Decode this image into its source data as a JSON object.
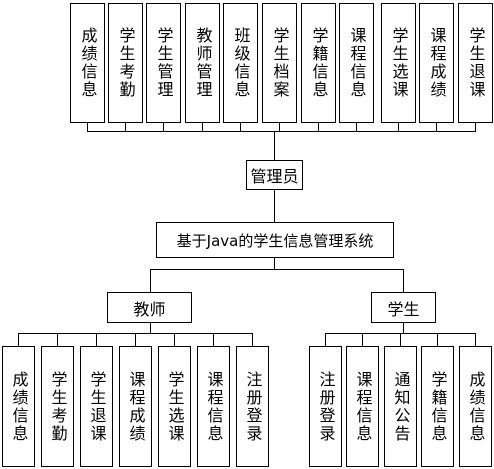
{
  "admin": {
    "label": "管理员",
    "functions": [
      "成绩信息",
      "学生考勤",
      "学生管理",
      "教师管理",
      "班级信息",
      "学生档案",
      "学籍信息",
      "课程信息",
      "学生选课",
      "课程成绩",
      "学生退课"
    ]
  },
  "system": {
    "title": "基于Java的学生信息管理系统"
  },
  "teacher": {
    "label": "教师",
    "functions": [
      "成绩信息",
      "学生考勤",
      "学生退课",
      "课程成绩",
      "学生选课",
      "课程信息",
      "注册登录"
    ]
  },
  "student": {
    "label": "学生",
    "functions": [
      "注册登录",
      "课程信息",
      "通知公告",
      "学籍信息",
      "成绩信息"
    ]
  },
  "colors": {
    "line": "#000000",
    "box_border": "#000000",
    "background": "#ffffff"
  }
}
